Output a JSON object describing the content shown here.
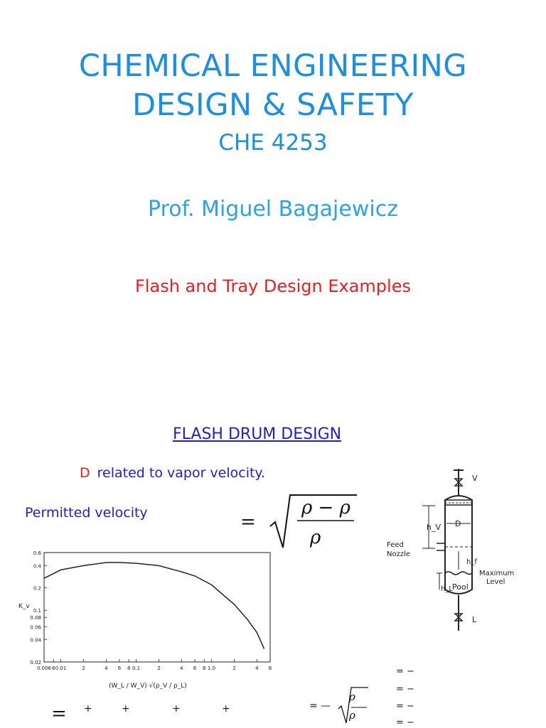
{
  "title": {
    "line1": "CHEMICAL ENGINEERING",
    "line2": "DESIGN & SAFETY",
    "course": "CHE 4253"
  },
  "professor": "Prof. Miguel Bagajewicz",
  "subtitle": "Flash and Tray Design Examples",
  "section_heading": "FLASH DRUM DESIGN",
  "d_line": {
    "symbol": "D",
    "text": "related to vapor velocity."
  },
  "permitted_velocity_label": "Permitted velocity",
  "formula": {
    "equals": "=",
    "numerator": "ρ − ρ",
    "denominator": "ρ"
  },
  "bottom": {
    "equals_big": "=",
    "plus_signs": [
      "+",
      "+",
      "+",
      "+"
    ],
    "eq2_left": "= —",
    "eq2_num": "ρ",
    "eq2_den": "ρ",
    "right_eqs": [
      "= −",
      "= −",
      "= −",
      "= −"
    ]
  },
  "chart_data": {
    "type": "line",
    "ylabel": "K_v",
    "xlabel": "(W_L / W_V) √(ρ_V / ρ_L)",
    "x_scale": "log",
    "y_scale": "log",
    "xlim": [
      0.006,
      6
    ],
    "ylim": [
      0.02,
      0.6
    ],
    "y_ticks": [
      "0.6",
      "0.4",
      "0.2",
      "0.1",
      "0.08",
      "0.06",
      "0.04",
      "0.02"
    ],
    "x_ticks": [
      "0.006",
      "8",
      "0.01",
      "2",
      "4",
      "6",
      "8",
      "0.1",
      "2",
      "4",
      "6",
      "8",
      "1.0",
      "2",
      "4",
      "6"
    ],
    "series": [
      {
        "x": [
          0.006,
          0.01,
          0.02,
          0.04,
          0.06,
          0.1,
          0.2,
          0.4,
          0.6,
          1.0,
          2.0,
          3.0,
          4.0,
          5.0
        ],
        "y": [
          0.27,
          0.35,
          0.4,
          0.44,
          0.44,
          0.43,
          0.4,
          0.33,
          0.29,
          0.22,
          0.12,
          0.075,
          0.05,
          0.03
        ]
      }
    ]
  },
  "diagram": {
    "labels": {
      "v": "V",
      "l": "L",
      "hv": "h_V",
      "d": "D",
      "feed": "Feed",
      "nozzle": "Nozzle",
      "hf": "h_f",
      "maximum": "Maximum",
      "level": "Level",
      "hl": "h_L",
      "pool": "Pool"
    }
  }
}
